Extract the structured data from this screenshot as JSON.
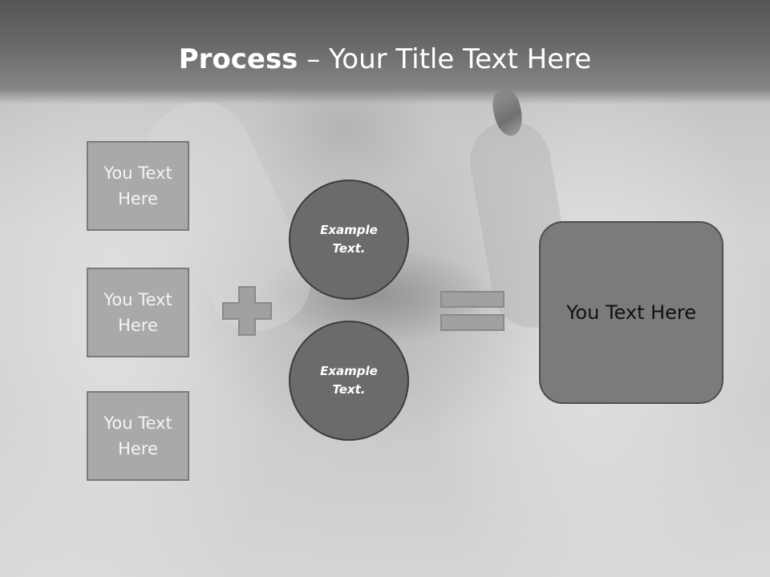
{
  "slide": {
    "title_bold": "Process",
    "title_rest": " – Your Title Text Here",
    "left_boxes": [
      {
        "text": "You Text Here"
      },
      {
        "text": "You Text Here"
      },
      {
        "text": "You Text Here"
      }
    ],
    "circles": [
      {
        "text": "Example Text."
      },
      {
        "text": "Example Text."
      }
    ],
    "result_text": "You Text Here"
  },
  "icons": {
    "plus": "plus-icon",
    "equals": "equals-icon"
  },
  "colors": {
    "title_bar": "#5c5c5c",
    "box_fill": "#a9a9a9",
    "circle_fill": "#6b6b6b",
    "result_fill": "#7b7b7b",
    "title_text": "#ffffff"
  }
}
